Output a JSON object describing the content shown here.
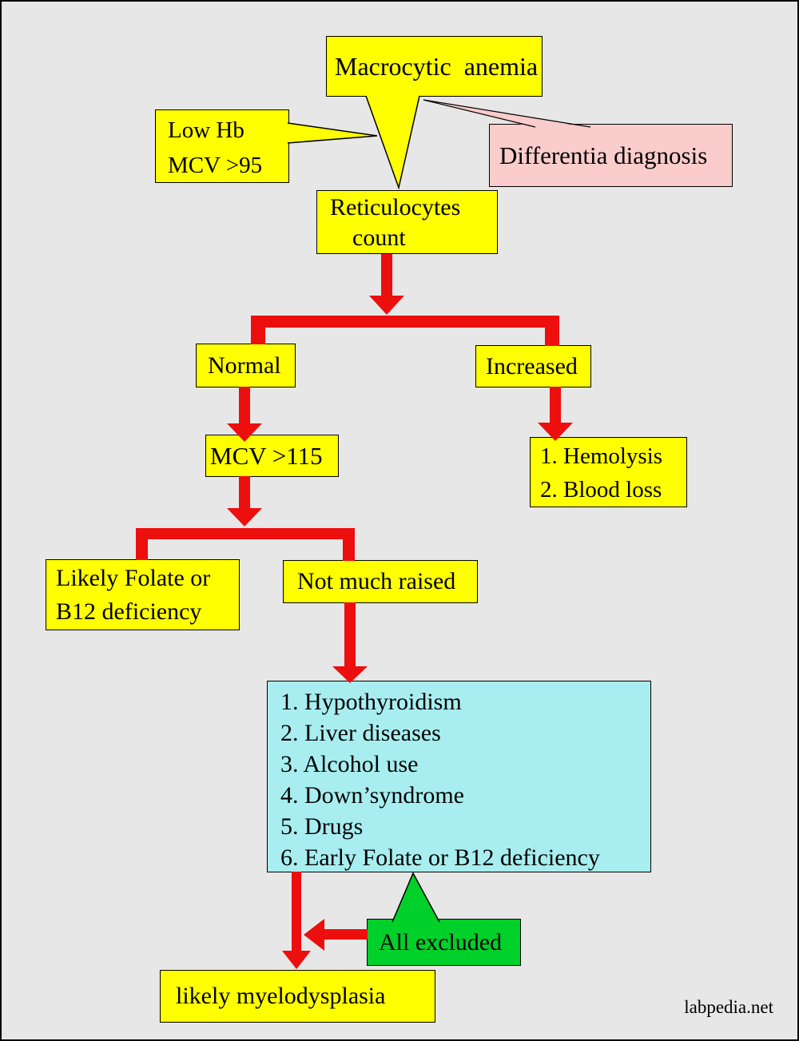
{
  "diagram": {
    "background": "#E7E7E7",
    "colors": {
      "node_yellow": "#FFFF00",
      "callout_pink": "#FACCCC",
      "list_cyan": "#A8EEF0",
      "excluded_green": "#00D02A",
      "arrow_red": "#ED0E0E",
      "outline_black": "#000000"
    },
    "nodes": {
      "macrocytic": {
        "label": "Macrocytic  anemia"
      },
      "low_hb": {
        "line1": "Low Hb",
        "line2": "MCV >95"
      },
      "differential": {
        "label": "Differentia diagnosis"
      },
      "reticulocytes": {
        "line1": "Reticulocytes",
        "line2": "count"
      },
      "normal": {
        "label": "Normal"
      },
      "increased": {
        "label": "Increased"
      },
      "mcv115": {
        "label": "MCV >115"
      },
      "hemolysis": {
        "line1": "1. Hemolysis",
        "line2": "2. Blood loss"
      },
      "likely_folate": {
        "line1": "Likely Folate or",
        "line2": "B12 deficiency"
      },
      "not_much_raised": {
        "label": "Not much raised"
      },
      "causes": {
        "items": [
          "1. Hypothyroidism",
          "2. Liver diseases",
          "3. Alcohol use",
          "4. Down’syndrome",
          "5. Drugs",
          "6. Early Folate or B12 deficiency"
        ]
      },
      "all_excluded": {
        "label": "All excluded"
      },
      "myelodysplasia": {
        "label": "likely myelodysplasia"
      }
    },
    "watermark": "labpedia.net"
  }
}
